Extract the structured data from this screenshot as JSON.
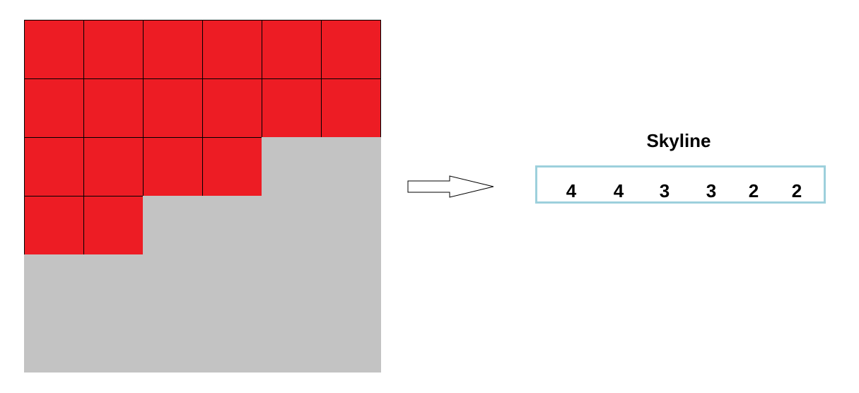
{
  "title": "Skyline",
  "colors": {
    "filled": "#ed1c24",
    "empty": "#c3c3c3",
    "grid_line": "#000000",
    "box_border": "#9dd0dc"
  },
  "grid": {
    "rows": 6,
    "cols": 6,
    "column_heights_from_top": [
      4,
      4,
      3,
      3,
      2,
      2
    ]
  },
  "skyline": {
    "values": [
      "4",
      "4",
      "3",
      "3",
      "2",
      "2"
    ]
  }
}
